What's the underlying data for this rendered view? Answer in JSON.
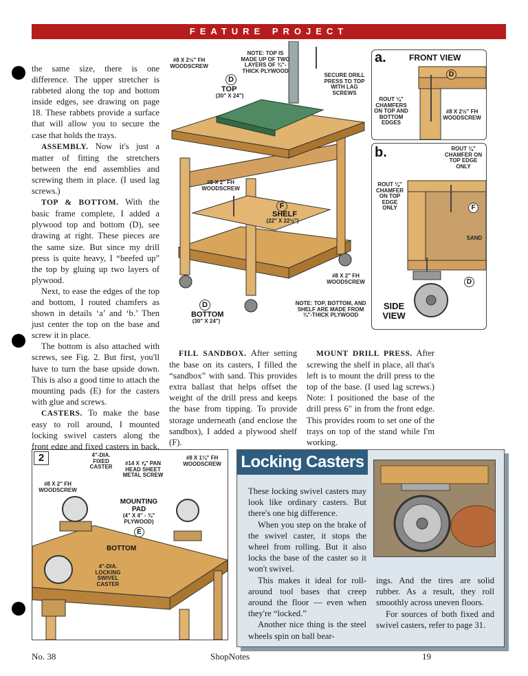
{
  "banner": "FEATURE PROJECT",
  "left_column": {
    "p1": "the same size, there is one difference. The upper stretcher is rabbeted along the top and bottom inside edges, see drawing on page 18. These rabbets provide a surface that will allow you to secure the case that holds the trays.",
    "p2_head": "ASSEMBLY.",
    "p2": " Now it's just a matter of fitting the stretchers between the end assemblies and screwing them in place. (I used lag screws.)",
    "p3_head": "TOP & BOTTOM.",
    "p3": " With the basic frame complete, I added a plywood top and bottom (D), see drawing at right. These pieces are the same size. But since my drill press is quite heavy, I “beefed up” the top by gluing up two layers of plywood.",
    "p4": "Next, to ease the edges of the top and bottom, I routed chamfers as shown in details ‘a’ and ‘b.’ Then just center the top on the base and screw it in place.",
    "p5": "The bottom is also attached with screws, see Fig. 2. But first, you'll have to turn the base upside down. This is also a good time to attach the mounting pads (E) for the casters with glue and screws.",
    "p6_head": "CASTERS.",
    "p6": " To make the base easy to roll around, I mounted locking swivel casters along the front edge and fixed casters in back, see drawing above and box below."
  },
  "main_drawing": {
    "note_top": "NOTE: TOP IS MADE UP OF TWO LAYERS OF ¾\"-THICK PLYWOOD",
    "screw1": "#8 x 2½\" Fh WOODSCREW",
    "top_label": "TOP",
    "top_dims": "(30\" x 24\")",
    "top_letter": "D",
    "secure": "SECURE DRILL PRESS TO TOP WITH LAG SCREWS",
    "screw2": "#8 x 2\" Fh WOODSCREW",
    "shelf_letter": "F",
    "shelf_label": "SHELF",
    "shelf_dims": "(22\" x 22½\")",
    "screw3": "#8 x 2\" Fh WOODSCREW",
    "bottom_letter": "D",
    "bottom_label": "BOTTOM",
    "bottom_dims": "(30\" x 24\")",
    "note_bottom": "NOTE: TOP, BOTTOM, AND SHELF ARE MADE FROM ¾\"-THICK PLYWOOD"
  },
  "detail_a": {
    "letter": "a.",
    "title": "FRONT VIEW",
    "part": "D",
    "rout": "ROUT ⅛\" CHAMFERS ON TOP AND BOTTOM EDGES",
    "screw": "#8 x 2½\" Fh WOODSCREW"
  },
  "detail_b": {
    "letter": "b.",
    "rout_top": "ROUT ⅛\" CHAMFER ON TOP EDGE ONLY",
    "rout_left": "ROUT ⅛\" CHAMFER ON TOP EDGE ONLY",
    "part_f": "F",
    "sand": "SAND",
    "part_d": "D",
    "side_view": "SIDE VIEW"
  },
  "middle_column": {
    "head": "FILL SANDBOX.",
    "text": " After setting the base on its casters, I filled the “sandbox” with sand. This provides extra ballast that helps offset the weight of the drill press and keeps the base from tipping. To provide storage underneath (and enclose the sandbox), I added a plywood shelf (F)."
  },
  "right_column": {
    "head": "MOUNT DRILL PRESS.",
    "text": " After screwing the shelf in place, all that's left is to mount the drill press to the top of the base. (I used lag screws.) Note: I positioned the base of the drill press 6\" in from the front edge. This provides room to set one of the trays on top of the stand while I'm working."
  },
  "fig2": {
    "number": "2",
    "fixed_caster": "4\"-DIA. FIXED CASTER",
    "pan_screw": "#14 x ⅞\" PAN HEAD SHEET METAL SCREW",
    "screw_14": "#8 x 1¼\" Fh WOODSCREW",
    "screw_2": "#8 x 2\" Fh WOODSCREW",
    "mounting_pad": "MOUNTING PAD",
    "pad_dims": "(4\" x 4\" - ¾\" PLYWOOD)",
    "pad_letter": "E",
    "bottom": "BOTTOM",
    "locking": "4\"-DIA. LOCKING SWIVEL CASTER"
  },
  "locking_casters": {
    "title": "Locking Casters",
    "p1": "These locking swivel casters may look like ordinary casters. But there's one big difference.",
    "p2": "When you step on the brake of the swivel caster, it stops the wheel from rolling. But it also locks the base of the caster so it won't swivel.",
    "p3": "This makes it ideal for roll-around tool bases that creep around the floor — even when they're “locked.”",
    "p4": "Another nice thing is the steel wheels spin on ball bear-",
    "p5": "ings. And the tires are solid rubber. As a result, they roll smoothly across uneven floors.",
    "p6": "For sources of both fixed and swivel casters, refer to page 31."
  },
  "footer": {
    "issue": "No. 38",
    "magazine": "ShopNotes",
    "page": "19"
  }
}
